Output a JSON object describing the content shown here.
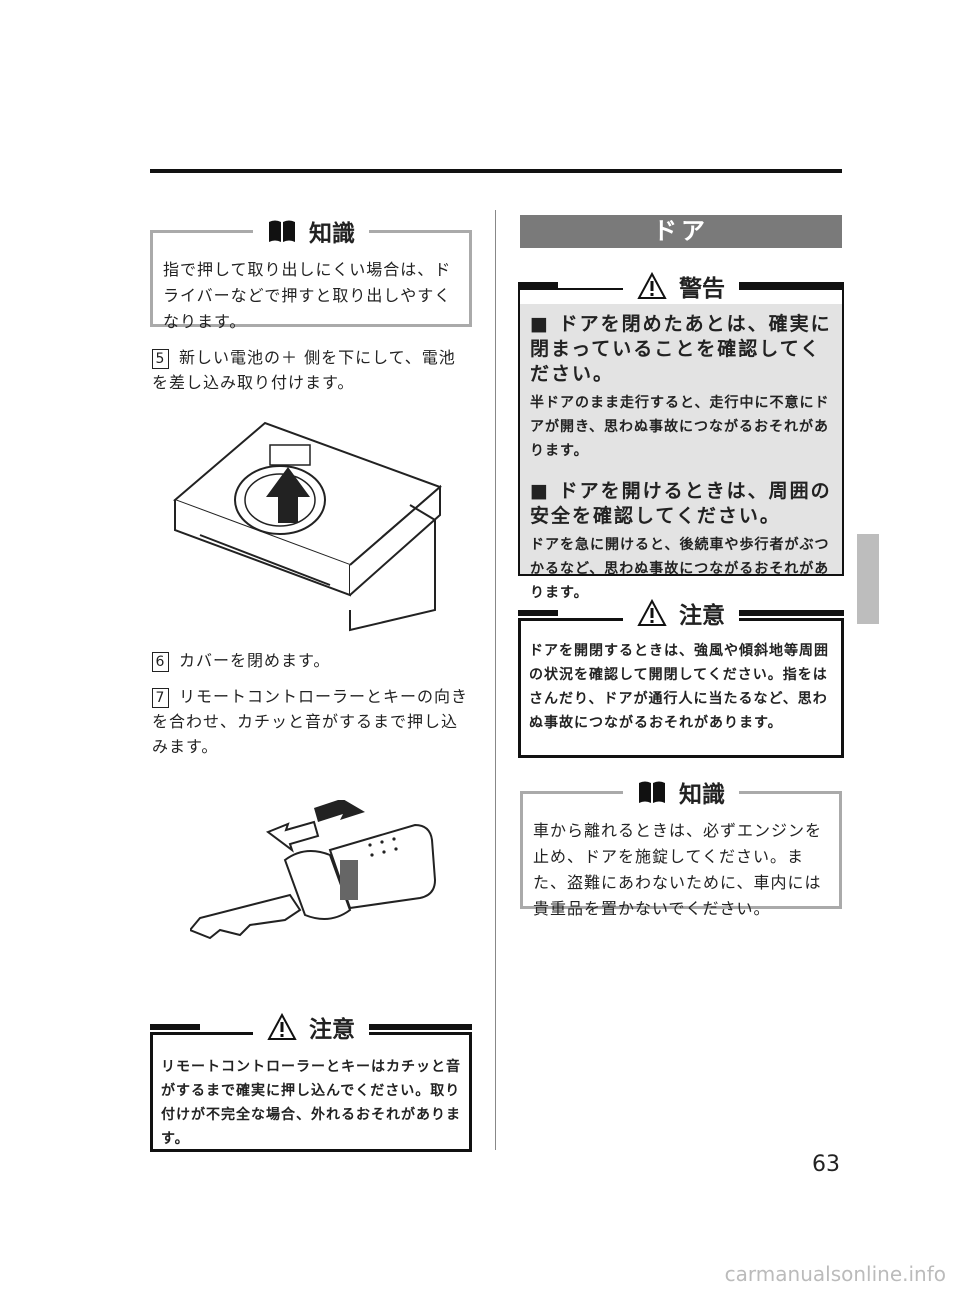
{
  "left": {
    "knowledge_box": {
      "title": "知識",
      "text": "指で押して取り出しにくい場合は、ドライバーなどで押すと取り出しやすくなります。"
    },
    "steps": [
      {
        "num": "5",
        "text": "新しい電池の＋ 側を下にして、電池を差し込み取り付けます。"
      },
      {
        "num": "6",
        "text": "カバーを閉めます。"
      },
      {
        "num": "7",
        "text": "リモートコントローラーとキーの向きを合わせ、カチッと音がするまで押し込みます。"
      }
    ],
    "caution_box": {
      "title": "注意",
      "text": "リモートコントローラーとキーはカチッと音がするまで確実に押し込んでください。取り付けが不完全な場合、外れるおそれがあります。"
    }
  },
  "right": {
    "section_title": "ドア",
    "warning_box": {
      "title": "警告",
      "items": [
        {
          "title": "■ ドアを閉めたあとは、確実に閉まっていることを確認してください。",
          "text": "半ドアのまま走行すると、走行中に不意にドアが開き、思わぬ事故につながるおそれがあります。"
        },
        {
          "title": "■ ドアを開けるときは、周囲の安全を確認してください。",
          "text": "ドアを急に開けると、後続車や歩行者がぶつかるなど、思わぬ事故につながるおそれがあります。"
        }
      ]
    },
    "caution_box": {
      "title": "注意",
      "text": "ドアを開閉するときは、強風や傾斜地等周囲の状況を確認して開閉してください。指をはさんだり、ドアが通行人に当たるなど、思わぬ事故につながるおそれがあります。"
    },
    "knowledge_box": {
      "title": "知識",
      "text": "車から離れるときは、必ずエンジンを止め、ドアを施錠してください。また、盗難にあわないために、車内には貴重品を置かないでください。"
    }
  },
  "page_number": "63",
  "watermark": "carmanualsonline.info",
  "icons": {
    "knowledge": "book-icon",
    "caution": "exclamation-triangle-icon",
    "warning": "exclamation-triangle-icon"
  }
}
